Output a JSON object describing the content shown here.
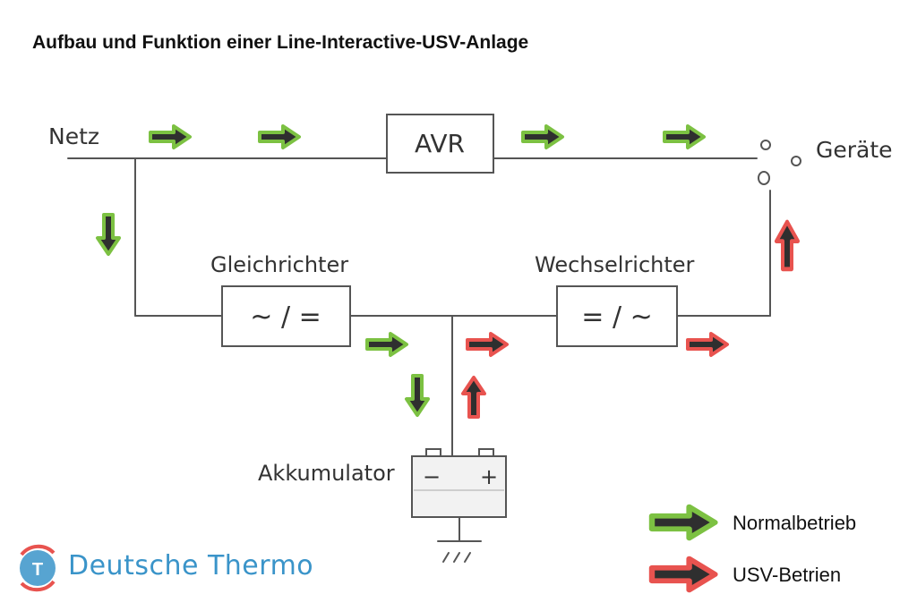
{
  "title": "Aufbau und Funktion einer Line-Interactive-USV-Anlage",
  "labels": {
    "netz": "Netz",
    "avr": "AVR",
    "geraete": "Geräte",
    "gleichrichter": "Gleichrichter",
    "gleichrichter_symbol": "~ / =",
    "wechselrichter": "Wechselrichter",
    "wechselrichter_symbol": "= / ~",
    "akkumulator": "Akkumulator",
    "battery_minus": "−",
    "battery_plus": "+"
  },
  "legend": {
    "normal": "Normalbetrieb",
    "usv": "USV-Betrien"
  },
  "logo": {
    "text": "Deutsche Thermo",
    "letter": "T"
  },
  "colors": {
    "normal_arrow_outline": "#7cc142",
    "usv_arrow_outline": "#e8534f",
    "arrow_fill": "#2f2f2f",
    "line": "#555555",
    "logo_blue": "#3a94c9",
    "logo_red": "#e8534f"
  }
}
